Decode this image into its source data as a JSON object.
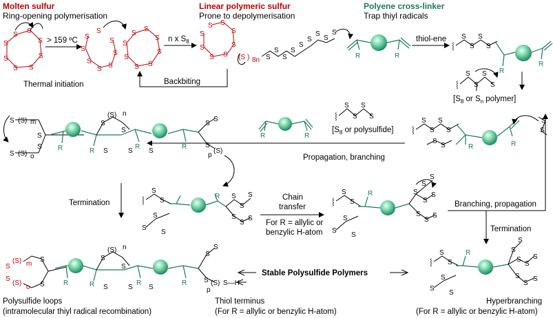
{
  "headers": {
    "molten": {
      "title": "Molten sulfur",
      "subtitle": "Ring-opening polymerisation"
    },
    "linear": {
      "title": "Linear polymeric sulfur",
      "subtitle": "Prone to depolymerisation"
    },
    "polyene": {
      "title": "Polyene cross-linker",
      "subtitle": "Trap thiyl radicals"
    }
  },
  "labels": {
    "temperature": "> 159 ºC",
    "n_s8": "n x S",
    "n_s8_sub": "8",
    "thermal_initiation": "Thermal initiation",
    "backbiting": "Backbiting",
    "thiol_ene": "thiol-ene",
    "s8_or_sn": "[S",
    "s8_or_sn_rest": " or S",
    "s8_or_sn_end": " polymer]",
    "s8_or_polysulfide": "[S",
    "s8_or_polysulfide_rest": " or polysulfide]",
    "propagation_branching": "Propagation, branching",
    "termination_left": "Termination",
    "chain_transfer_1": "Chain",
    "chain_transfer_2": "transfer",
    "for_r_1": "For R = allylic or",
    "for_r_2": "benzylic H-atom",
    "branching_propagation": "Branching, propagation",
    "termination_right": "Termination",
    "stable": "Stable Polysulfide Polymers",
    "loops_1": "Polysulfide loops",
    "loops_2": "(intramolecular thiyl radical recombination)",
    "thiol_1": "Thiol terminus",
    "thiol_2": "(For R = allylic or benzylic H-atom)",
    "hyper_1": "Hyperbranching",
    "hyper_2": "(For R = allylic or benzylic H-atom)",
    "eight_n": "8n",
    "m": "m",
    "n": "n",
    "o": "o",
    "p": "p",
    "sh": "S—H"
  },
  "colors": {
    "sulfur_red": "#c00000",
    "crosslinker_green": "#1a7a55",
    "sphere_green": "#58c79a"
  }
}
